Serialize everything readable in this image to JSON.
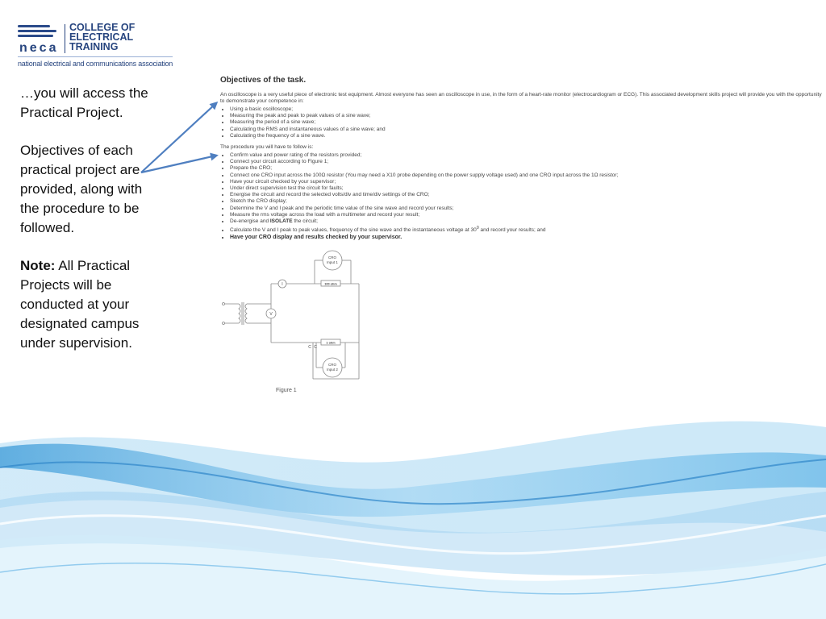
{
  "logo": {
    "brand": "neca",
    "college_line1": "COLLEGE OF",
    "college_line2": "ELECTRICAL",
    "college_line3": "TRAINING",
    "association": "national electrical and communications association",
    "color": "#27457f"
  },
  "left": {
    "access_text": "…you will access the Practical Project.",
    "objectives_text": "Objectives of each practical project are provided, along with the procedure to be followed.",
    "note_label": "Note:",
    "note_text": "All Practical Projects will be conducted at your designated campus under supervision."
  },
  "doc": {
    "heading": "Objectives of the task.",
    "intro": "An oscilloscope is a very useful piece of electronic test equipment. Almost everyone has seen an oscilloscope in use, in the form of a heart-rate monitor (electrocardiogram or ECG). This associated development skills project will provide you with the opportunity to demonstrate your competence in:",
    "objectives": [
      "Using a basic oscilloscope;",
      "Measuring the peak and peak to peak values of a sine wave;",
      "Measuring the period of a sine wave;",
      "Calculating the RMS and instantaneous values of a sine wave; and",
      "Calculating the frequency of a sine wave."
    ],
    "procedure_intro": "The procedure you will have to follow is:",
    "steps": {
      "s1": "Confirm value and power rating of the resistors provided;",
      "s2": "Connect your circuit according to Figure 1;",
      "s3": "Prepare the CRO;",
      "s4": "Connect one CRO input across the 100Ω resistor (You may need a X10 probe depending on the power supply voltage used) and one CRO input across the 1Ω resistor;",
      "s5": "Have your circuit checked by your supervisor;",
      "s6": "Under direct supervision test the circuit for faults;",
      "s7": "Energise the circuit and record the selected volts/div and time/div settings of the CRO;",
      "s8": "Sketch the CRO display;",
      "s9": "Determine the V and I peak and the periodic time value of the sine wave and record your results;",
      "s10": "Measure the rms voltage across the load with a multimeter and record your result;",
      "s11_pre": "De-energise and ",
      "s11_bold": "ISOLATE",
      "s11_post": " the circuit;",
      "s12_pre": "Calculate the V and I peak to peak values, frequency of the sine wave and the instantaneous voltage at 30",
      "s12_sup": "0",
      "s12_post": " and record your results; and",
      "s13": "Have your CRO display and results checked by your supervisor."
    }
  },
  "figure": {
    "caption": "Figure 1",
    "cro1_line1": "CRO",
    "cro1_line2": "Input 1",
    "cro2_line1": "CRO",
    "cro2_line2": "Input 2",
    "ammeter": "I",
    "voltmeter": "V",
    "r100": "100 ohm",
    "r1": "1 ohm",
    "common_left": "C",
    "common_right": "C"
  }
}
